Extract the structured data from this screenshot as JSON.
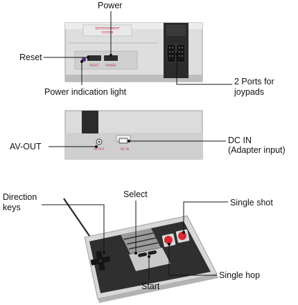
{
  "console_top": {
    "logo_text": "ENTERTAINMENT\nSYSTEM",
    "reset_button_text": "RESET",
    "power_button_text": "POWER"
  },
  "console_back": {
    "av_port_text": "AV OUT",
    "dc_port_text": "DC IN"
  },
  "labels": {
    "power": "Power",
    "reset": "Reset",
    "power_light": "Power indication light",
    "ports": "2 Ports for\njoypads",
    "av_out": "AV-OUT",
    "dc_in_1": "DC IN",
    "dc_in_2": "(Adapter input)",
    "direction": "Direction\nkeys",
    "select": "Select",
    "single_shot": "Single shot",
    "single_hop": "Single hop",
    "start": "Start"
  },
  "colors": {
    "console_body": "#dcdcdc",
    "console_edge": "#a9a9a9",
    "dark_block": "#2a2a2a",
    "accent_red": "#c0304a",
    "controller_face": "#2f2f2f",
    "button_red": "#d62a35"
  }
}
